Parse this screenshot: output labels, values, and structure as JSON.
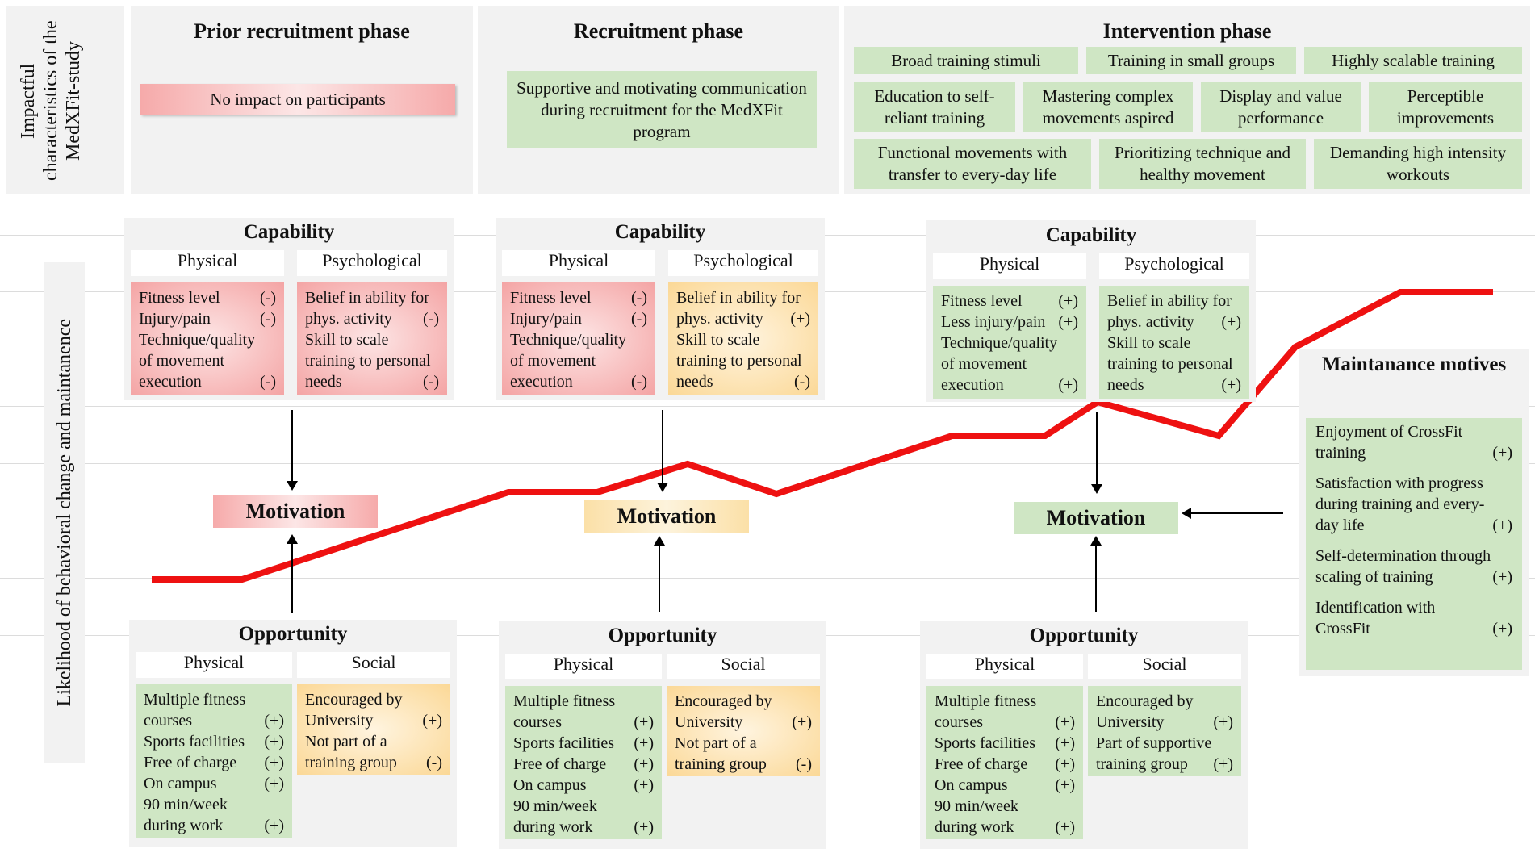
{
  "left_label_top": "Impactful characteristics of the MedXFit-study",
  "y_axis_label": "Likelihood of behavioral change and maintanence",
  "phases": {
    "prior": {
      "title": "Prior recruitment phase",
      "note": "No impact on participants"
    },
    "recruitment": {
      "title": "Recruitment phase",
      "note": "Supportive and motivating communication during recruitment for the MedXFit program"
    },
    "intervention": {
      "title": "Intervention phase",
      "chips": [
        "Broad training stimuli",
        "Training in small groups",
        "Highly scalable training",
        "Education to self-reliant training",
        "Mastering complex movements aspired",
        "Display and value performance",
        "Perceptible improvements",
        "Functional movements with transfer to every-day life",
        "Prioritizing technique and healthy movement",
        "Demanding high intensity workouts"
      ]
    }
  },
  "labels": {
    "capability": "Capability",
    "opportunity": "Opportunity",
    "motivation": "Motivation",
    "physical": "Physical",
    "psychological": "Psychological",
    "social": "Social"
  },
  "cap1": {
    "physical": [
      [
        "Fitness level",
        "(-)"
      ],
      [
        "Injury/pain",
        "(-)"
      ],
      [
        "Technique/quality",
        ""
      ],
      [
        "of movement",
        ""
      ],
      [
        "execution",
        "(-)"
      ]
    ],
    "psychological": [
      [
        "Belief in ability for",
        ""
      ],
      [
        "phys. activity",
        "(-)"
      ],
      [
        "Skill to scale",
        ""
      ],
      [
        "training to personal",
        ""
      ],
      [
        "needs",
        "(-)"
      ]
    ]
  },
  "cap2": {
    "physical": [
      [
        "Fitness level",
        "(-)"
      ],
      [
        "Injury/pain",
        "(-)"
      ],
      [
        "Technique/quality",
        ""
      ],
      [
        "of movement",
        ""
      ],
      [
        "execution",
        "(-)"
      ]
    ],
    "psychological": [
      [
        "Belief in ability for",
        ""
      ],
      [
        "phys. activity",
        "(+)"
      ],
      [
        "Skill to scale",
        ""
      ],
      [
        "training to personal",
        ""
      ],
      [
        "needs",
        "(-)"
      ]
    ]
  },
  "cap3": {
    "physical": [
      [
        "Fitness level",
        "(+)"
      ],
      [
        "Less injury/pain",
        "(+)"
      ],
      [
        "Technique/quality",
        ""
      ],
      [
        "of movement",
        ""
      ],
      [
        "execution",
        "(+)"
      ]
    ],
    "psychological": [
      [
        "Belief in ability for",
        ""
      ],
      [
        "phys. activity",
        "(+)"
      ],
      [
        "Skill to scale",
        ""
      ],
      [
        "training to personal",
        ""
      ],
      [
        "needs",
        "(+)"
      ]
    ]
  },
  "opp1": {
    "physical": [
      [
        "Multiple fitness",
        ""
      ],
      [
        "courses",
        "(+)"
      ],
      [
        "Sports facilities",
        "(+)"
      ],
      [
        "Free of charge",
        "(+)"
      ],
      [
        "On campus",
        "(+)"
      ],
      [
        "90 min/week",
        ""
      ],
      [
        "during work",
        "(+)"
      ]
    ],
    "social": [
      [
        "Encouraged by",
        ""
      ],
      [
        "University",
        "(+)"
      ],
      [
        "Not part of a",
        ""
      ],
      [
        "training group",
        "(-)"
      ]
    ]
  },
  "opp2": {
    "physical": [
      [
        "Multiple fitness",
        ""
      ],
      [
        "courses",
        "(+)"
      ],
      [
        "Sports facilities",
        "(+)"
      ],
      [
        "Free of charge",
        "(+)"
      ],
      [
        "On campus",
        "(+)"
      ],
      [
        "90 min/week",
        ""
      ],
      [
        "during work",
        "(+)"
      ]
    ],
    "social": [
      [
        "Encouraged by",
        ""
      ],
      [
        "University",
        "(+)"
      ],
      [
        "Not part of a",
        ""
      ],
      [
        "training group",
        "(-)"
      ]
    ]
  },
  "opp3": {
    "physical": [
      [
        "Multiple fitness",
        ""
      ],
      [
        "courses",
        "(+)"
      ],
      [
        "Sports facilities",
        "(+)"
      ],
      [
        "Free of charge",
        "(+)"
      ],
      [
        "On campus",
        "(+)"
      ],
      [
        "90 min/week",
        ""
      ],
      [
        "during work",
        "(+)"
      ]
    ],
    "social": [
      [
        "Encouraged by",
        ""
      ],
      [
        "University",
        "(+)"
      ],
      [
        "Part of supportive",
        ""
      ],
      [
        "training group",
        "(+)"
      ]
    ]
  },
  "maintenance": {
    "title": "Maintanance motives",
    "items": [
      {
        "lines": [
          "Enjoyment of CrossFit",
          "training"
        ],
        "sign": "(+)"
      },
      {
        "lines": [
          "Satisfaction with progress",
          "during training and every-",
          "day life"
        ],
        "sign": "(+)"
      },
      {
        "lines": [
          "Self-determination through",
          "scaling of training"
        ],
        "sign": "(+)"
      },
      {
        "lines": [
          "Identification with",
          "CrossFit"
        ],
        "sign": "(+)"
      }
    ]
  },
  "colors": {
    "line": "#ee1111",
    "green": "#cfe6c4",
    "red": "#f4a4a4",
    "yellow": "#fbd896",
    "panel": "#f2f2f2"
  }
}
